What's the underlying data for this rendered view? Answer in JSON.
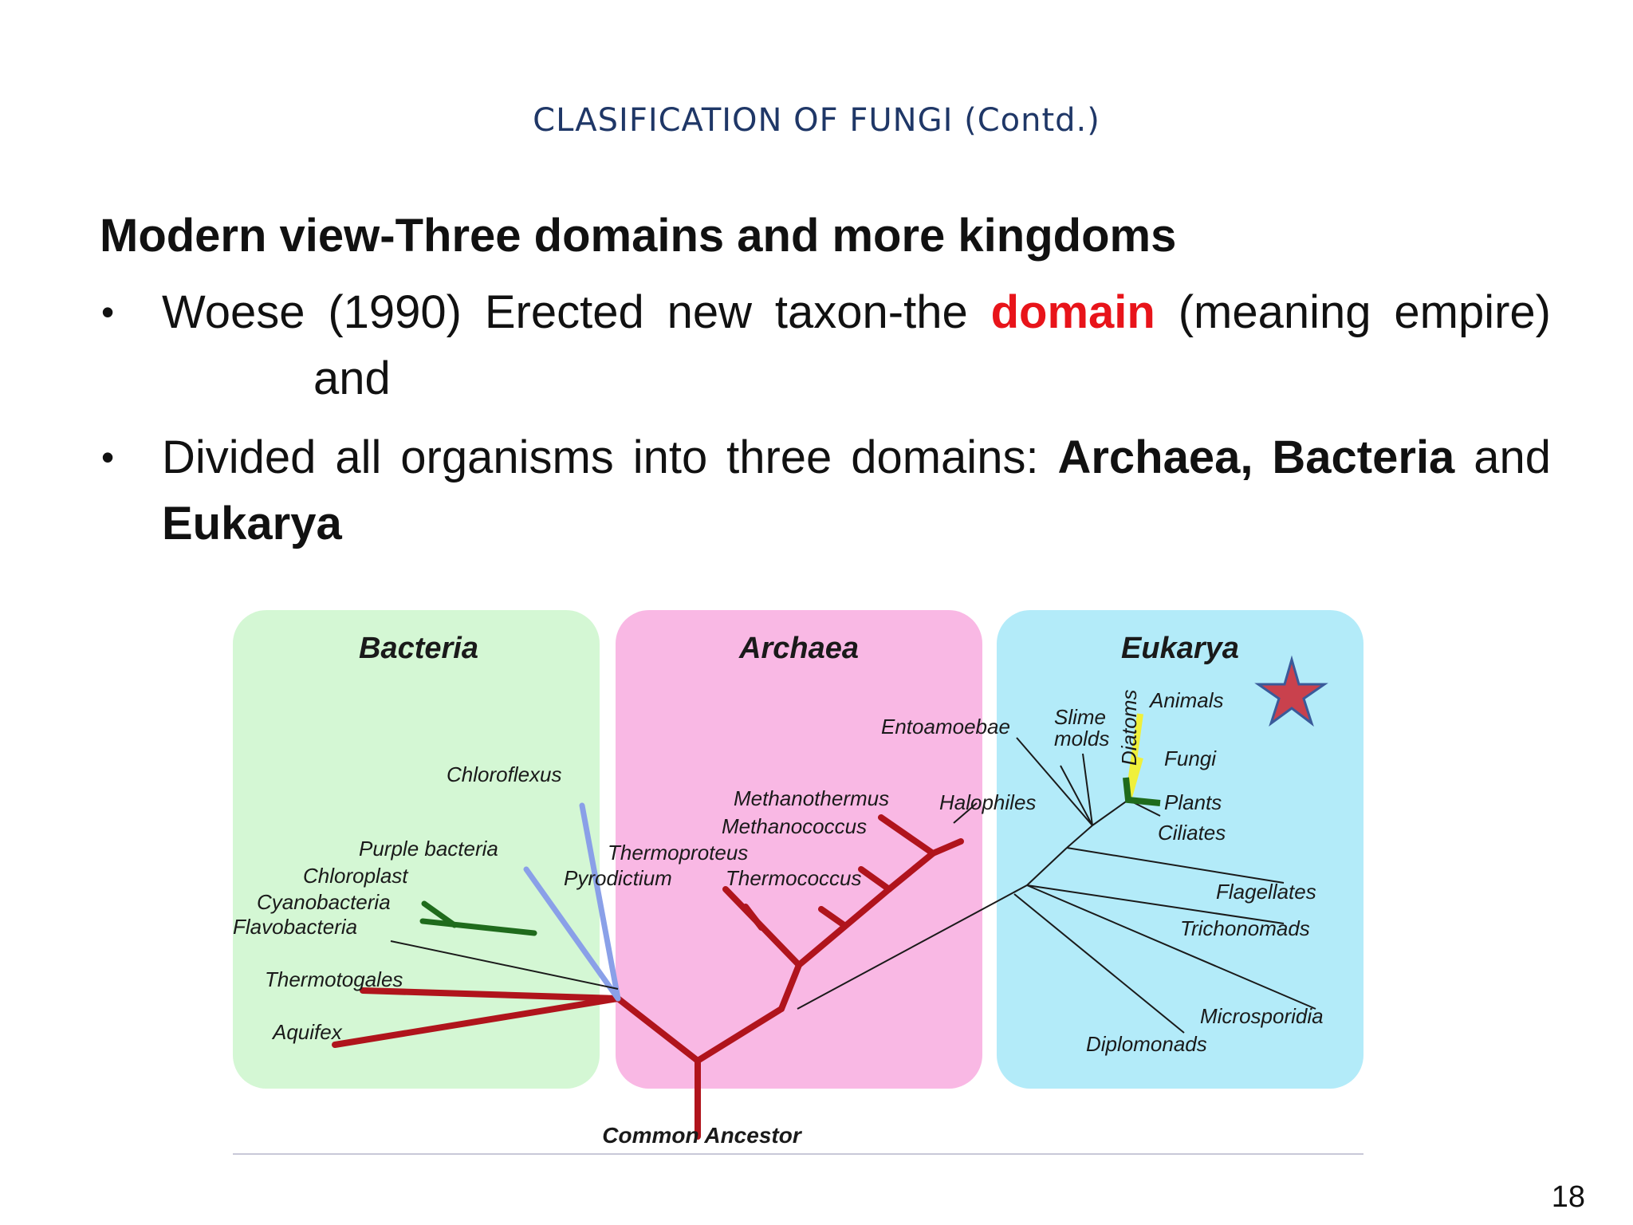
{
  "slide": {
    "title": "CLASIFICATION OF FUNGI (Contd.)",
    "heading": "Modern view-Three domains and more kingdoms",
    "bullet1": {
      "part1": "Woese (1990) Erected new taxon-the ",
      "highlight": "domain",
      "part2": " (meaning empire)",
      "part3": "and"
    },
    "bullet2": {
      "part1": "Divided all organisms into three domains: ",
      "bold1": "Archaea, Bacteria",
      "part2": " and ",
      "bold2": "Eukarya"
    },
    "page_number": "18"
  },
  "tree": {
    "domains": [
      "Bacteria",
      "Archaea",
      "Eukarya"
    ],
    "root_label": "Common Ancestor",
    "bacteria_labels": [
      "Chloroflexus",
      "Purple bacteria",
      "Chloroplast",
      "Cyanobacteria",
      "Flavobacteria",
      "Thermotogales",
      "Aquifex"
    ],
    "archaea_labels": [
      "Methanothermus",
      "Methanococcus",
      "Thermoproteus",
      "Pyrodictium",
      "Thermococcus",
      "Halophiles"
    ],
    "eukarya_labels": [
      "Entoamoebae",
      "Slime molds",
      "Diatoms",
      "Animals",
      "Fungi",
      "Plants",
      "Ciliates",
      "Flagellates",
      "Trichonomads",
      "Microsporidia",
      "Diplomonads"
    ],
    "colors": {
      "bacteria_bg": "#d4f7d4",
      "archaea_bg": "#f9b8e4",
      "eukarya_bg": "#b3ebf9",
      "branch_red": "#b0141c",
      "branch_blue": "#8aa0e8",
      "branch_green": "#1f6b1c",
      "branch_yellow": "#f0f03a",
      "star": "#c9414d"
    }
  }
}
